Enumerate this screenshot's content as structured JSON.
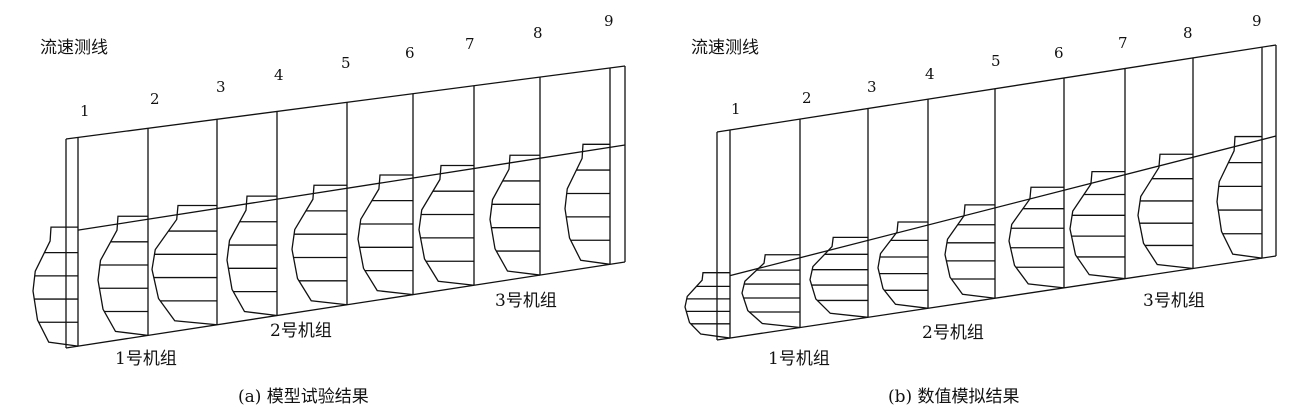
{
  "panels": [
    {
      "line_label": "流速测线",
      "stations": [
        "1",
        "2",
        "3",
        "4",
        "5",
        "6",
        "7",
        "8",
        "9"
      ],
      "units": [
        "1号机组",
        "2号机组",
        "3号机组"
      ],
      "caption": "(a) 模型试验结果"
    },
    {
      "line_label": "流速测线",
      "stations": [
        "1",
        "2",
        "3",
        "4",
        "5",
        "6",
        "7",
        "8",
        "9"
      ],
      "units": [
        "1号机组",
        "2号机组",
        "3号机组"
      ],
      "caption": "(b) 数值模拟结果"
    }
  ]
}
